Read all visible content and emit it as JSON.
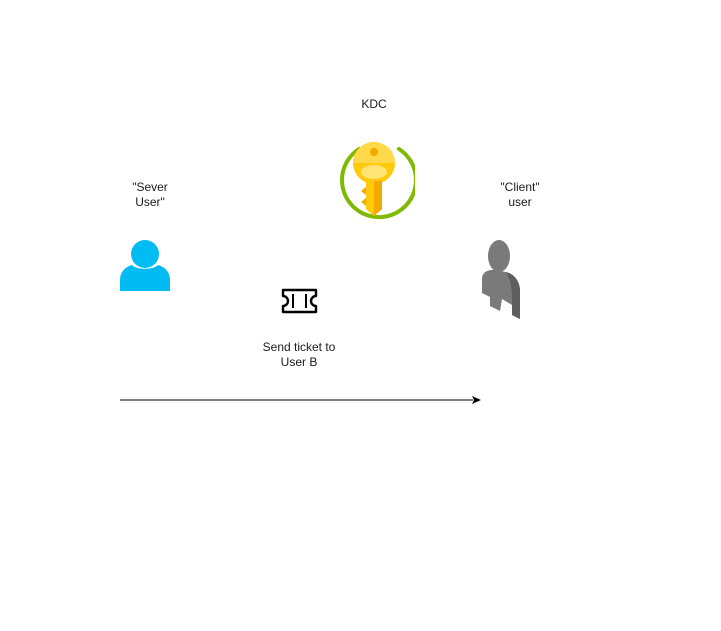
{
  "diagram": {
    "kdc": {
      "label": "KDC",
      "icon": "key-icon",
      "colors": {
        "key": "#FFCA0A",
        "key_highlight": "#FFE475",
        "key_shadow": "#F4A900",
        "ring": "#7FBA00"
      }
    },
    "server_user": {
      "label_line1": "\"Sever",
      "label_line2": "User\"",
      "icon": "user-icon",
      "color": "#00BCF2"
    },
    "client_user": {
      "label_line1": "\"Client\"",
      "label_line2": "user",
      "icon": "user-icon",
      "color": "#7A7A7A"
    },
    "ticket": {
      "icon": "ticket-icon",
      "label_line1": "Send ticket to",
      "label_line2": "User B"
    },
    "connector": {
      "from": "server_user",
      "to": "client_user",
      "color": "#000000"
    }
  }
}
